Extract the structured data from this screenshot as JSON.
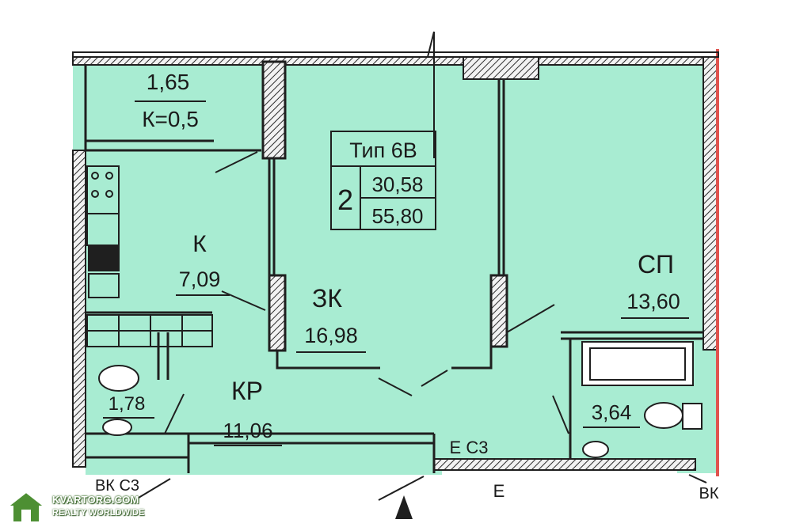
{
  "apartment": {
    "type_label": "Тип 6В",
    "rooms": "2",
    "living_area": "30,58",
    "total_area": "55,80"
  },
  "rooms": {
    "loggia": {
      "area": "1,65",
      "coef": "К=0,5"
    },
    "kitchen": {
      "code": "К",
      "area": "7,09"
    },
    "living_room": {
      "code": "ЗК",
      "area": "16,98"
    },
    "bedroom": {
      "code": "СП",
      "area": "13,60"
    },
    "hall": {
      "code": "КР",
      "area": "11,06"
    },
    "wc": {
      "area": "1,78"
    },
    "bathroom": {
      "area": "3,64"
    }
  },
  "marks": {
    "e_c3": "Е С3",
    "e": "Е",
    "vk_c3": "ВК С3",
    "vk": "ВК"
  },
  "watermark": {
    "title": "KVARTORG.COM",
    "subtitle": "REALTY WORLDWIDE"
  },
  "colors": {
    "room_fill": "#a8ecd2",
    "wall": "#1f1f1f",
    "hatch": "#2a2a2a",
    "watermark_green": "#4d8f33"
  }
}
